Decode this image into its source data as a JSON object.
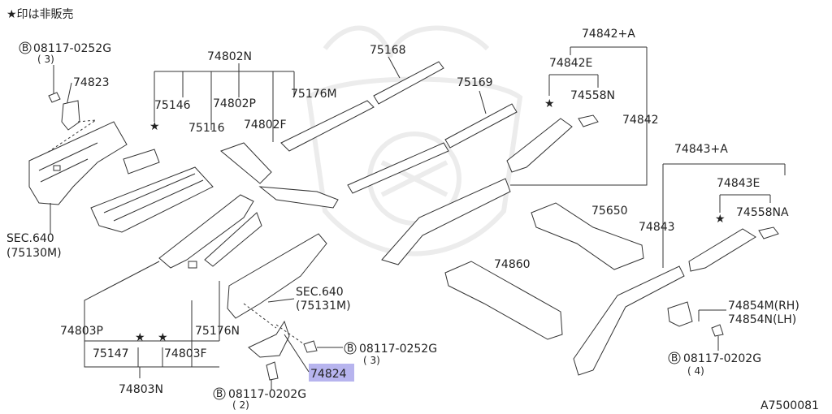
{
  "note": "★印は非販売",
  "code": "A7500081",
  "labels": {
    "b_08117_0252G_top": "08117-0252G",
    "qty3_top": "( 3)",
    "p74823": "74823",
    "p74802N": "74802N",
    "p75146": "75146",
    "p74802P": "74802P",
    "p75116": "75116",
    "p74802F": "74802F",
    "p75176M": "75176M",
    "p75168": "75168",
    "p75169": "75169",
    "p74842A": "74842+A",
    "p74842E": "74842E",
    "p74558N": "74558N",
    "p74842": "74842",
    "p74843A": "74843+A",
    "p74843E": "74843E",
    "p74558NA": "74558NA",
    "p75650": "75650",
    "p74843": "74843",
    "sec640_left": "SEC.640",
    "sec640_left_ref": "(75130M)",
    "sec640_mid": "SEC.640",
    "sec640_mid_ref": "(75131M)",
    "p74860": "74860",
    "p74854M": "74854M(RH)",
    "p74854N": "74854N(LH)",
    "p74803P": "74803P",
    "p75176N": "75176N",
    "p75147": "75147",
    "p74803F": "74803F",
    "p74803N": "74803N",
    "b_08117_0252G_mid": "08117-0252G",
    "qty3_mid": "( 3)",
    "p74824": "74824",
    "b_08117_0202G_left": "08117-0202G",
    "qty2": "( 2)",
    "b_08117_0202G_right": "08117-0202G",
    "qty4": "( 4)",
    "b_letter": "B"
  },
  "colors": {
    "highlight": "#b7b4ee",
    "line": "#333333"
  }
}
